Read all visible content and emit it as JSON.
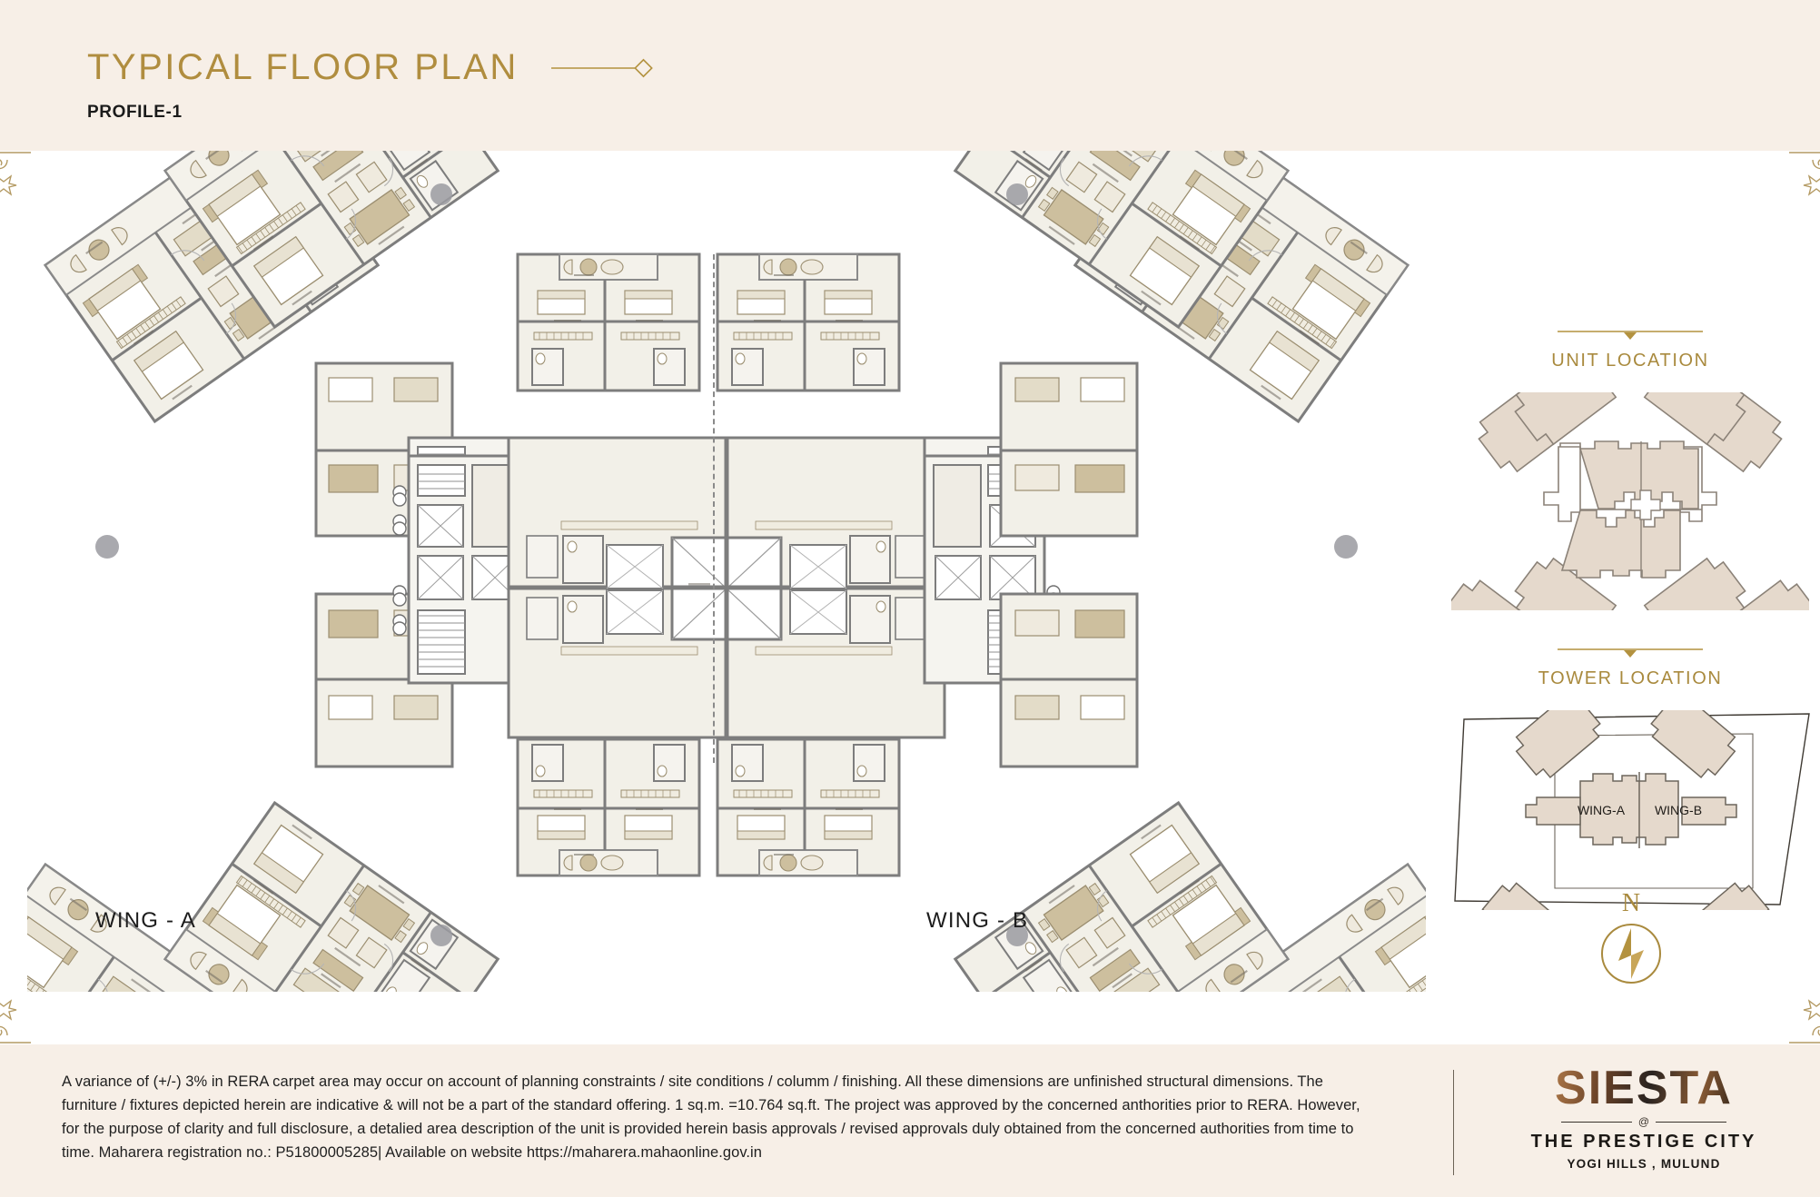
{
  "header": {
    "title": "TYPICAL FLOOR PLAN",
    "subtitle": "PROFILE-1",
    "title_color": "#b08d3f",
    "background": "#f7efe7"
  },
  "plan": {
    "wing_a_label": "WING - A",
    "wing_b_label": "WING - B",
    "centerline": "dashed-axis",
    "canvas_background": "#ffffff",
    "wall_color": "#7d7d7d",
    "room_fill": "#f2f0e8",
    "furniture_color": "#cdbf9e"
  },
  "right_panel": {
    "unit_location": {
      "heading": "UNIT LOCATION",
      "shape_fill": "#e5d9cc",
      "shape_stroke": "#8b8278"
    },
    "tower_location": {
      "heading": "TOWER LOCATION",
      "wing_a_label": "WING-A",
      "wing_b_label": "WING-B",
      "shape_fill": "#e5d9cc",
      "shape_stroke": "#6d665c",
      "plot_stroke": "#3f3a33"
    },
    "compass": {
      "north_label": "N",
      "color": "#a98a3e"
    }
  },
  "footer": {
    "disclaimer": "A variance of (+/-) 3% in RERA carpet area may occur on account of planning constraints / site conditions / columm / finishing. All these dimensions are unfinished structural dimensions. The furniture / fixtures depicted herein are indicative & will not be a part of the standard offering. 1 sq.m. =10.764 sq.ft. The project was approved by the concerned anthorities prior to RERA. However, for the purpose of clarity and full disclosure, a detalied area description of the unit is provided herein basis approvals / revised approvals duly obtained from the concerned authorities from time to time. Maharera registration no.: P51800005285| Available on website https://maharera.mahaonline.gov.in",
    "brand": {
      "name": "SIESTA",
      "at": "@",
      "sub": "THE PRESTIGE CITY",
      "location": "YOGI HILLS , MULUND"
    }
  }
}
